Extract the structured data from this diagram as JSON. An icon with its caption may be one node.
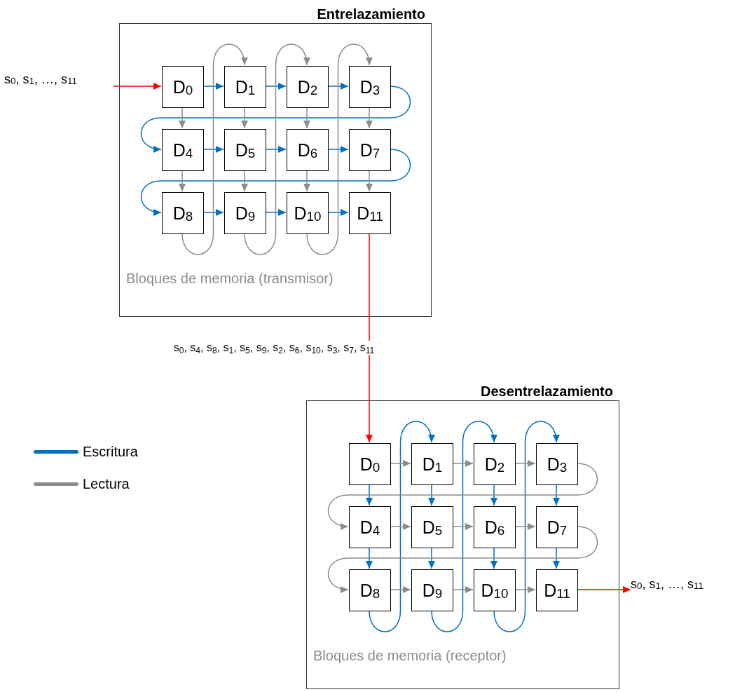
{
  "diagram": {
    "nodes": [
      {
        "text": [
          "Entrelazamiento",
          "Bloques de memoria (transmisor)"
        ]
      },
      {
        "text": [
          "D$_{0}$"
        ],
        "in": 0
      },
      {
        "text": [
          "D$_{1}$"
        ],
        "in": 0
      },
      {
        "text": [
          "D$_{2}$"
        ],
        "in": 0
      },
      {
        "text": [
          "D$_{3}$"
        ],
        "in": 0
      },
      {
        "text": [
          "D$_{4}$"
        ],
        "in": 0
      },
      {
        "text": [
          "D$_{5}$"
        ],
        "in": 0
      },
      {
        "text": [
          "D$_{6}$"
        ],
        "in": 0
      },
      {
        "text": [
          "D$_{7}$"
        ],
        "in": 0
      },
      {
        "text": [
          "D$_{8}$"
        ],
        "in": 0
      },
      {
        "text": [
          "D$_{9}$"
        ],
        "in": 0
      },
      {
        "text": [
          "D$_{10}$"
        ],
        "in": 0
      },
      {
        "text": [
          "D$_{11}$"
        ],
        "in": 0
      },
      {
        "text": [
          "Desentrelazamiento",
          "Bloques de memoria (receptor)"
        ]
      },
      {
        "text": [
          "D$_{0}$"
        ],
        "in": 13
      },
      {
        "text": [
          "D$_{1}$"
        ],
        "in": 13
      },
      {
        "text": [
          "D$_{2}$"
        ],
        "in": 13
      },
      {
        "text": [
          "D$_{3}$"
        ],
        "in": 13
      },
      {
        "text": [
          "D$_{4}$"
        ],
        "in": 13
      },
      {
        "text": [
          "D$_{5}$"
        ],
        "in": 13
      },
      {
        "text": [
          "D$_{6}$"
        ],
        "in": 13
      },
      {
        "text": [
          "D$_{7}$"
        ],
        "in": 13
      },
      {
        "text": [
          "D$_{8}$"
        ],
        "in": 13
      },
      {
        "text": [
          "D$_{9}$"
        ],
        "in": 13
      },
      {
        "text": [
          "D$_{10}$"
        ],
        "in": 13
      },
      {
        "text": [
          "D$_{11}$"
        ],
        "in": 13
      },
      {
        "text": [
          "s$_{0}$, s$_{1}$, …, s$_{11}$"
        ]
      },
      {
        "text": [
          "s$_{0}$, s$_{1}$, …, s$_{11}$"
        ]
      }
    ],
    "edges": [
      {
        "from": 1,
        "to": 2,
        "arrow": "to",
        "color": "#0070c0"
      },
      {
        "from": 2,
        "to": 3,
        "arrow": "to",
        "color": "#0070c0"
      },
      {
        "from": 3,
        "to": 4,
        "arrow": "to",
        "color": "#0070c0"
      },
      {
        "from": 4,
        "to": 5,
        "arrow": "to",
        "color": "#0070c0"
      },
      {
        "from": 5,
        "to": 6,
        "arrow": "to",
        "color": "#0070c0"
      },
      {
        "from": 6,
        "to": 7,
        "arrow": "to",
        "color": "#0070c0"
      },
      {
        "from": 7,
        "to": 8,
        "arrow": "to",
        "color": "#0070c0"
      },
      {
        "from": 8,
        "to": 9,
        "arrow": "to",
        "color": "#0070c0"
      },
      {
        "from": 9,
        "to": 10,
        "arrow": "to",
        "color": "#0070c0"
      },
      {
        "from": 10,
        "to": 11,
        "arrow": "to",
        "color": "#0070c0"
      },
      {
        "from": 11,
        "to": 12,
        "arrow": "to",
        "color": "#0070c0"
      },
      {
        "from": 1,
        "to": 5,
        "arrow": "to",
        "color": "#8c8c8c"
      },
      {
        "from": 5,
        "to": 9,
        "arrow": "to",
        "color": "#8c8c8c"
      },
      {
        "from": 9,
        "to": 2,
        "arrow": "to",
        "color": "#8c8c8c"
      },
      {
        "from": 2,
        "to": 6,
        "arrow": "to",
        "color": "#8c8c8c"
      },
      {
        "from": 6,
        "to": 10,
        "arrow": "to",
        "color": "#8c8c8c"
      },
      {
        "from": 10,
        "to": 3,
        "arrow": "to",
        "color": "#8c8c8c"
      },
      {
        "from": 3,
        "to": 7,
        "arrow": "to",
        "color": "#8c8c8c"
      },
      {
        "from": 7,
        "to": 11,
        "arrow": "to",
        "color": "#8c8c8c"
      },
      {
        "from": 11,
        "to": 4,
        "arrow": "to",
        "color": "#8c8c8c"
      },
      {
        "from": 4,
        "to": 8,
        "arrow": "to",
        "color": "#8c8c8c"
      },
      {
        "from": 8,
        "to": 12,
        "arrow": "to",
        "color": "#8c8c8c"
      },
      {
        "from": 26,
        "to": 1,
        "arrow": "to",
        "color": "#ff0000"
      },
      {
        "from": 12,
        "to": 14,
        "arrow": "to",
        "color": "#ff0000",
        "label": "s$_{0}$, s$_{4}$, s$_{8}$, s$_{1}$, s$_{5}$, s$_{9}$, s$_{2}$, s$_{6}$, s$_{10}$, s$_{3}$, s$_{7}$, s$_{11}$"
      },
      {
        "from": 14,
        "to": 18,
        "arrow": "to",
        "color": "#0070c0"
      },
      {
        "from": 18,
        "to": 22,
        "arrow": "to",
        "color": "#0070c0"
      },
      {
        "from": 22,
        "to": 15,
        "arrow": "to",
        "color": "#0070c0"
      },
      {
        "from": 15,
        "to": 19,
        "arrow": "to",
        "color": "#0070c0"
      },
      {
        "from": 19,
        "to": 23,
        "arrow": "to",
        "color": "#0070c0"
      },
      {
        "from": 23,
        "to": 16,
        "arrow": "to",
        "color": "#0070c0"
      },
      {
        "from": 16,
        "to": 20,
        "arrow": "to",
        "color": "#0070c0"
      },
      {
        "from": 20,
        "to": 24,
        "arrow": "to",
        "color": "#0070c0"
      },
      {
        "from": 24,
        "to": 17,
        "arrow": "to",
        "color": "#0070c0"
      },
      {
        "from": 17,
        "to": 21,
        "arrow": "to",
        "color": "#0070c0"
      },
      {
        "from": 21,
        "to": 25,
        "arrow": "to",
        "color": "#0070c0"
      },
      {
        "from": 14,
        "to": 15,
        "arrow": "to",
        "color": "#8c8c8c"
      },
      {
        "from": 15,
        "to": 16,
        "arrow": "to",
        "color": "#8c8c8c"
      },
      {
        "from": 16,
        "to": 17,
        "arrow": "to",
        "color": "#8c8c8c"
      },
      {
        "from": 17,
        "to": 18,
        "arrow": "to",
        "color": "#8c8c8c"
      },
      {
        "from": 18,
        "to": 19,
        "arrow": "to",
        "color": "#8c8c8c"
      },
      {
        "from": 19,
        "to": 20,
        "arrow": "to",
        "color": "#8c8c8c"
      },
      {
        "from": 20,
        "to": 21,
        "arrow": "to",
        "color": "#8c8c8c"
      },
      {
        "from": 21,
        "to": 22,
        "arrow": "to",
        "color": "#8c8c8c"
      },
      {
        "from": 22,
        "to": 23,
        "arrow": "to",
        "color": "#8c8c8c"
      },
      {
        "from": 23,
        "to": 24,
        "arrow": "to",
        "color": "#8c8c8c"
      },
      {
        "from": 24,
        "to": 25,
        "arrow": "to",
        "color": "#8c8c8c"
      },
      {
        "from": 25,
        "to": 27,
        "arrow": "to",
        "color": "#ff0000"
      }
    ],
    "legend": [
      {
        "text": "Escritura",
        "color": "#0070c0"
      },
      {
        "text": "Lectura",
        "color": "#8c8c8c"
      }
    ]
  }
}
